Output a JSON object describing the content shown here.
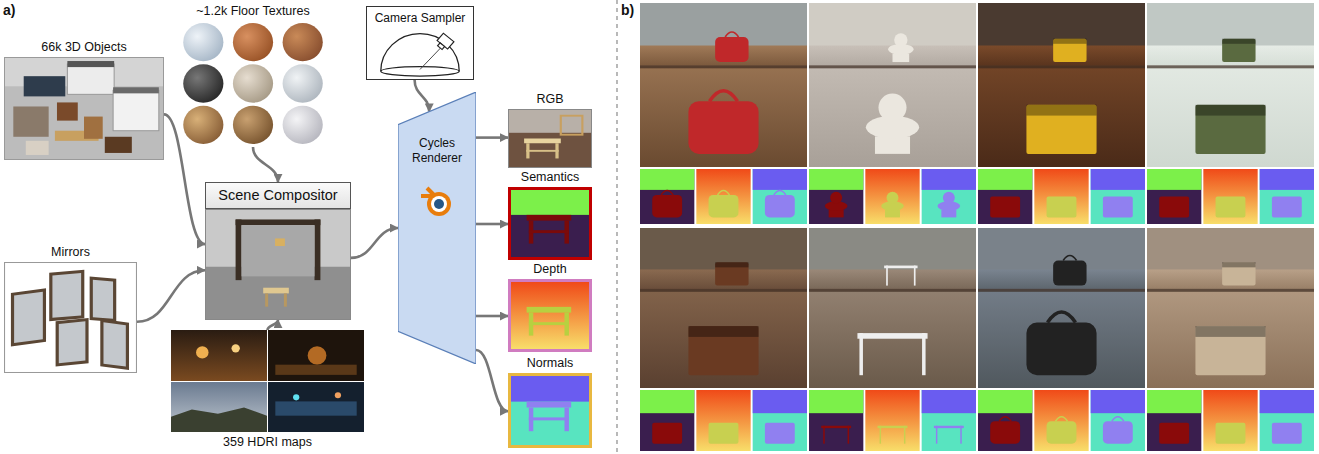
{
  "diagram": {
    "nodes": [
      {
        "text": [
          "66k 3D Objects"
        ]
      },
      {
        "text": [
          "~1.2k Floor Textures"
        ]
      },
      {
        "text": [
          "Camera Sampler"
        ]
      },
      {
        "text": [
          "Mirrors"
        ]
      },
      {
        "text": [
          "Scene Compositor"
        ]
      },
      {
        "text": [
          "359 HDRI maps"
        ]
      },
      {
        "text": [
          "Cycles Renderer"
        ]
      },
      {
        "text": [
          "RGB"
        ]
      },
      {
        "text": [
          "Semantics"
        ]
      },
      {
        "text": [
          "Depth"
        ]
      },
      {
        "text": [
          "Normals"
        ]
      }
    ],
    "edges": [
      {
        "from": 0,
        "to": 4,
        "arrow": "to"
      },
      {
        "from": 3,
        "to": 4,
        "arrow": "to"
      },
      {
        "from": 1,
        "to": 4,
        "arrow": "to"
      },
      {
        "from": 5,
        "to": 4,
        "arrow": "to"
      },
      {
        "from": 4,
        "to": 6,
        "arrow": "to"
      },
      {
        "from": 2,
        "to": 6,
        "arrow": "to"
      },
      {
        "from": 6,
        "to": 7,
        "arrow": "to"
      },
      {
        "from": 6,
        "to": 8,
        "arrow": "to"
      },
      {
        "from": 6,
        "to": 9,
        "arrow": "to"
      },
      {
        "from": 6,
        "to": 10,
        "arrow": "to"
      }
    ],
    "labels": [
      "a)",
      "b)"
    ]
  }
}
